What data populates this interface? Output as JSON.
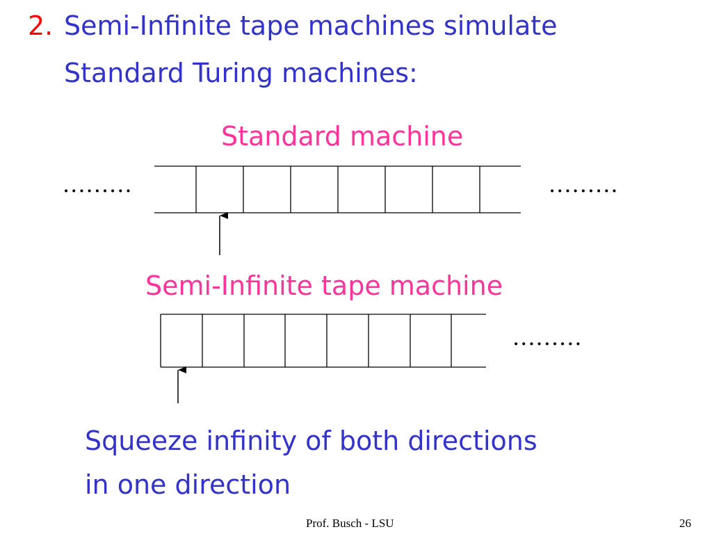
{
  "slide": {
    "title_number": "2.",
    "title_line1": "Semi-Infinite tape machines simulate",
    "title_line2": "Standard Turing machines:",
    "standard_label": "Standard machine",
    "semi_label": "Semi-Infinite tape machine",
    "left_dots": ".........",
    "right_dots": ".........",
    "semi_dots": ".........",
    "conclusion_line1": "Squeeze infinity of both directions",
    "conclusion_line2": "in one direction",
    "footer_author": "Prof. Busch - LSU",
    "page_number": "26",
    "colors": {
      "title": "#3333cc",
      "number": "#ff0000",
      "labels": "#ff3399"
    }
  }
}
